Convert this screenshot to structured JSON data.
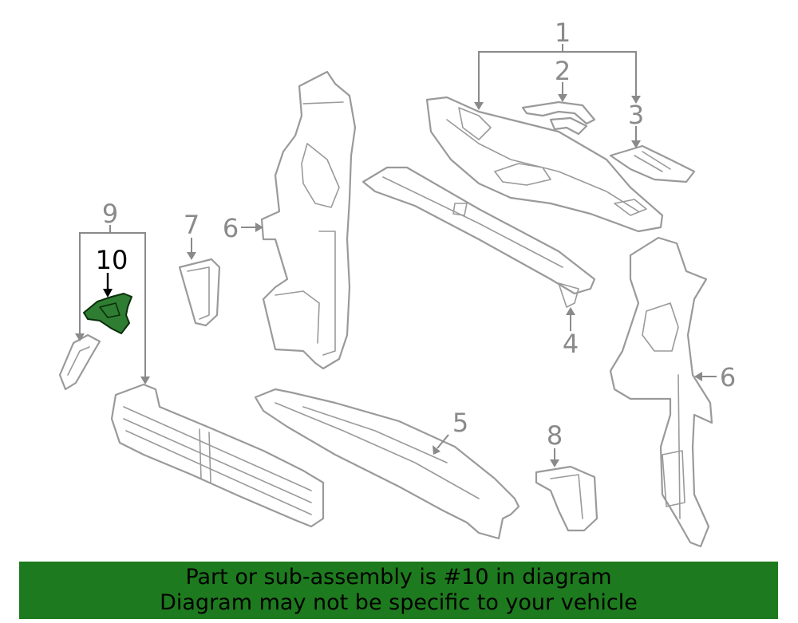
{
  "callouts": {
    "c1": "1",
    "c2": "2",
    "c3": "3",
    "c4": "4",
    "c5": "5",
    "c6a": "6",
    "c6b": "6",
    "c7": "7",
    "c8": "8",
    "c9": "9",
    "c10": "10"
  },
  "highlight": {
    "part_number": "10",
    "color": "#2e7d32"
  },
  "banner": {
    "line1": "Part or sub-assembly is #10 in diagram",
    "line2": "Diagram may not be specific to your vehicle",
    "background": "#1e7a1e"
  }
}
